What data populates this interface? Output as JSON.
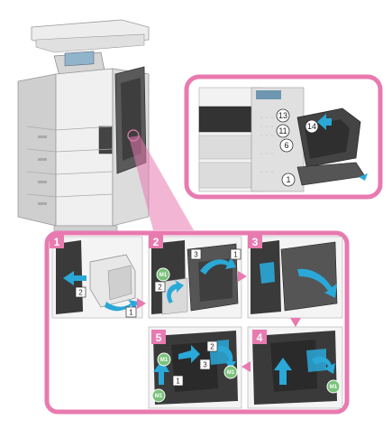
{
  "colors": {
    "pink": "#e87ab0",
    "pink_dark": "#d4639c",
    "pink_light": "#f9dced",
    "blue": "#2aa8d8",
    "green": "#7ac27a",
    "gray_light": "#e6e6e6",
    "gray_mid": "#b8b8b8",
    "gray_dark": "#666666"
  },
  "zoom_callout": {
    "part_numbers": [
      "13",
      "14",
      "11",
      "6",
      "1"
    ]
  },
  "steps": [
    {
      "badge": "1",
      "labels": [
        "2",
        "1"
      ]
    },
    {
      "badge": "2",
      "labels": [
        "3",
        "1",
        "2"
      ],
      "green": [
        "M1"
      ]
    },
    {
      "badge": "3",
      "labels": []
    },
    {
      "badge": "4",
      "labels": [],
      "green": [
        "M1"
      ]
    },
    {
      "badge": "5",
      "labels": [
        "2",
        "3",
        "1"
      ],
      "green": [
        "M1",
        "M1",
        "M1"
      ]
    }
  ]
}
